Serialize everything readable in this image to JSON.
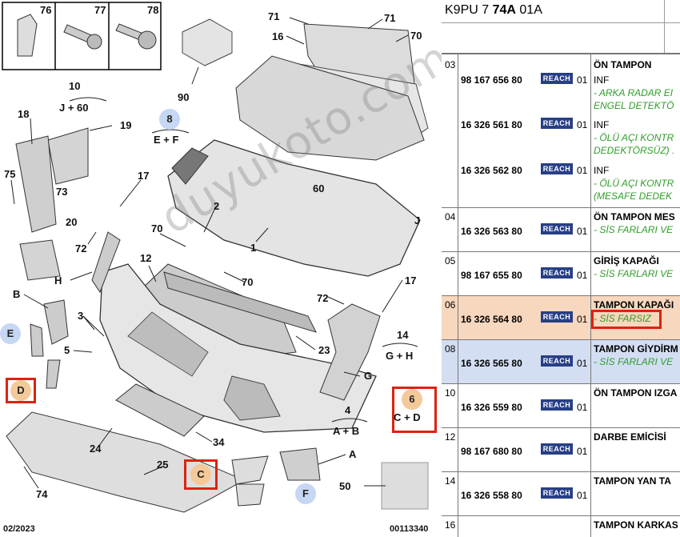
{
  "diagram": {
    "parts_box": [
      "76",
      "77",
      "78"
    ],
    "numbers": [
      "71",
      "71",
      "70",
      "16",
      "90",
      "10",
      "J + 60",
      "8",
      "E + F",
      "18",
      "19",
      "75",
      "73",
      "17",
      "2",
      "20",
      "60",
      "J",
      "72",
      "70",
      "1",
      "H",
      "12",
      "70",
      "72",
      "17",
      "B",
      "3",
      "14",
      "G + H",
      "E",
      "5",
      "23",
      "G",
      "D",
      "4",
      "A + B",
      "6",
      "C + D",
      "24",
      "34",
      "25",
      "A",
      "74",
      "C",
      "50",
      "F"
    ],
    "date_code": "02/2023",
    "ref_code": "00113340",
    "watermark": "duyukoto.com"
  },
  "parts_list": {
    "header_code_prefix": "K9PU 7",
    "header_code_bold": "74A",
    "header_code_suffix": "01A",
    "rows": [
      {
        "num": "03",
        "title": "ÖN TAMPON",
        "entries": [
          {
            "pn": "98 167 656 80",
            "qty": "01",
            "reach": "REACH",
            "line1": "INF",
            "line2": "- ARKA RADAR EI",
            "line3": "ENGEL DETEKTÖ"
          },
          {
            "pn": "16 326 561 80",
            "qty": "01",
            "reach": "REACH",
            "line1": "INF",
            "line2": "- ÖLÜ AÇI KONTR",
            "line3": "DEDEKTÖRSÜZ) ."
          },
          {
            "pn": "16 326 562 80",
            "qty": "01",
            "reach": "REACH",
            "line1": "INF",
            "line2": "- ÖLÜ AÇI KONTR",
            "line3": "(MESAFE DEDEK"
          }
        ]
      },
      {
        "num": "04",
        "title": "ÖN TAMPON MES",
        "pn": "16 326 563 80",
        "qty": "01",
        "reach": "REACH",
        "note": "- SİS FARLARI VE"
      },
      {
        "num": "05",
        "title": "GİRİŞ KAPAĞI",
        "pn": "98 167 655 80",
        "qty": "01",
        "reach": "REACH",
        "note": "- SİS FARLARI VE"
      },
      {
        "num": "06",
        "title": "TAMPON KAPAĞI",
        "pn": "16 326 564 80",
        "qty": "01",
        "reach": "REACH",
        "note": "- SİS FARSIZ",
        "highlight": "#f7d7bd"
      },
      {
        "num": "08",
        "title": "TAMPON GİYDİRM",
        "pn": "16 326 565 80",
        "qty": "01",
        "reach": "REACH",
        "note": "- SİS FARLARI VE",
        "highlight": "#d3def3"
      },
      {
        "num": "10",
        "title": "ÖN TAMPON IZGA",
        "pn": "16 326 559 80",
        "qty": "01",
        "reach": "REACH",
        "note": ""
      },
      {
        "num": "12",
        "title": "DARBE EMİCİSİ",
        "pn": "98 167 680 80",
        "qty": "01",
        "reach": "REACH",
        "note": ""
      },
      {
        "num": "14",
        "title": "TAMPON YAN TA",
        "pn": "16 326 558 80",
        "qty": "01",
        "reach": "REACH",
        "note": ""
      },
      {
        "num": "16",
        "title": "TAMPON KARKAS",
        "pn": "",
        "qty": "",
        "reach": "",
        "note": ""
      }
    ]
  },
  "colors": {
    "reach_badge": "#283f86",
    "note_green": "#2f9e2a",
    "highlight_red": "#d21",
    "circle_blue": "#c6d7f3",
    "circle_orange": "#f4c99a"
  }
}
